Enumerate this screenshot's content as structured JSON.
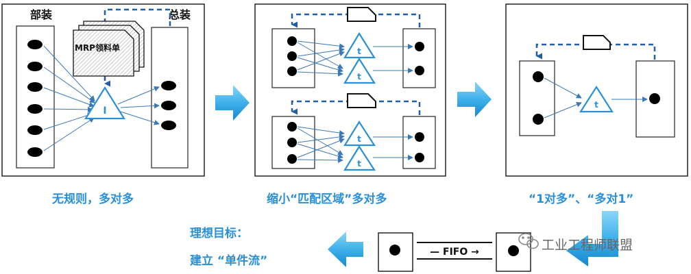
{
  "colors": {
    "blue": "#2a8fd6",
    "line": "#1f5fa6",
    "arrow_light": "#5ec0ee",
    "arrow_dark": "#1a8ad4"
  },
  "panel1": {
    "label_left": "部装",
    "label_right": "总装",
    "doc_label": "MRP领料单",
    "triangle": "I"
  },
  "panel2": {
    "triangle": "t"
  },
  "panel3": {
    "triangle": "t"
  },
  "fifo": {
    "label": "— FIFO →"
  },
  "captions": {
    "c1": "无规则，多对多",
    "c2": "缩小“匹配区域”多对多",
    "c3": "“1对多”、“多对1”",
    "goal1": "理想目标：",
    "goal2": "建立 “单件流”"
  },
  "watermark": {
    "text": "工业工程师联盟"
  }
}
